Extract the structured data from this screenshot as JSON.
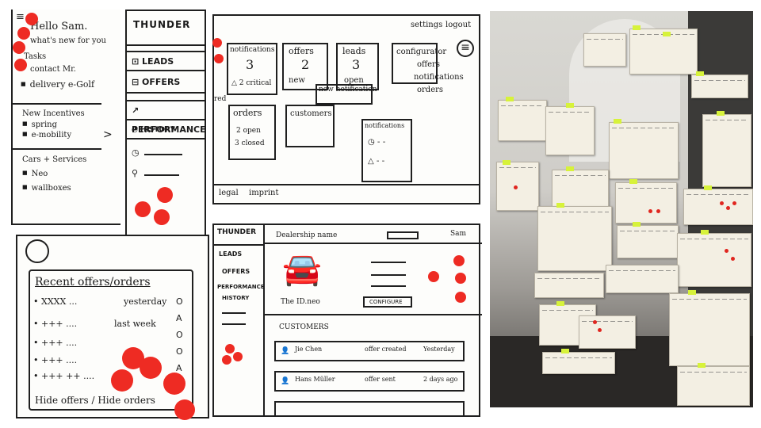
{
  "mobile": {
    "greeting": "Hello Sam.",
    "subtitle": "what's new for you",
    "tasks_heading": "Tasks",
    "tasks": [
      "contact Mr.",
      "delivery e-Golf"
    ],
    "incentives_heading": "New Incentives",
    "incentives": [
      "spring",
      "e-mobility"
    ],
    "cars_heading": "Cars + Services",
    "cars": [
      "Neo",
      "wallboxes"
    ],
    "chevron": ">"
  },
  "nav_sketch": {
    "brand": "THUNDER",
    "items": [
      "LEADS",
      "OFFERS",
      "PERFORMANCE",
      "HISTORY"
    ]
  },
  "dashboard_sketch": {
    "header_links": [
      "settings",
      "logout"
    ],
    "tiles": {
      "notifications": {
        "title": "notifications",
        "count": "3",
        "alert": "2 critical"
      },
      "offers": {
        "title": "offers",
        "count": "2",
        "sub": "new"
      },
      "leads": {
        "title": "leads",
        "count": "3",
        "sub": "open"
      },
      "configurator": {
        "title": "configurator"
      },
      "orders": {
        "title": "orders",
        "lines": [
          "2 open",
          "3 closed"
        ]
      },
      "customers": {
        "title": "customers"
      }
    },
    "side_menu": [
      "offers",
      "notifications",
      "orders"
    ],
    "popup_title": "new notification",
    "notification_panel_title": "notifications",
    "red_label": "red",
    "footer": [
      "legal",
      "imprint"
    ]
  },
  "recent_sketch": {
    "title": "Recent offers/orders",
    "rows": [
      {
        "name": "XXXX ...",
        "when": "yesterday"
      },
      {
        "name": "+++ ....",
        "when": "last week"
      },
      {
        "name": "+++ ....",
        "when": ""
      },
      {
        "name": "+++ ....",
        "when": ""
      },
      {
        "name": "+++ ++ ....",
        "when": ""
      }
    ],
    "footer": "Hide offers / Hide orders"
  },
  "dealership_sketch": {
    "brand": "THUNDER",
    "nav": [
      "LEADS",
      "OFFERS",
      "PERFORMANCE",
      "HISTORY"
    ],
    "header": "Dealership name",
    "user": "Sam",
    "car_name": "The ID.neo",
    "configure_btn": "CONFIGURE",
    "customers_heading": "CUSTOMERS",
    "customers": [
      {
        "name": "Jie Chen",
        "detail": "offer created",
        "when": "Yesterday"
      },
      {
        "name": "Hans Müller",
        "detail": "offer sent",
        "when": "2 days ago"
      }
    ]
  },
  "colors": {
    "accent_dot": "#ee2b23",
    "sticky_tag": "#d7f23a",
    "ink": "#1f1f1f"
  }
}
